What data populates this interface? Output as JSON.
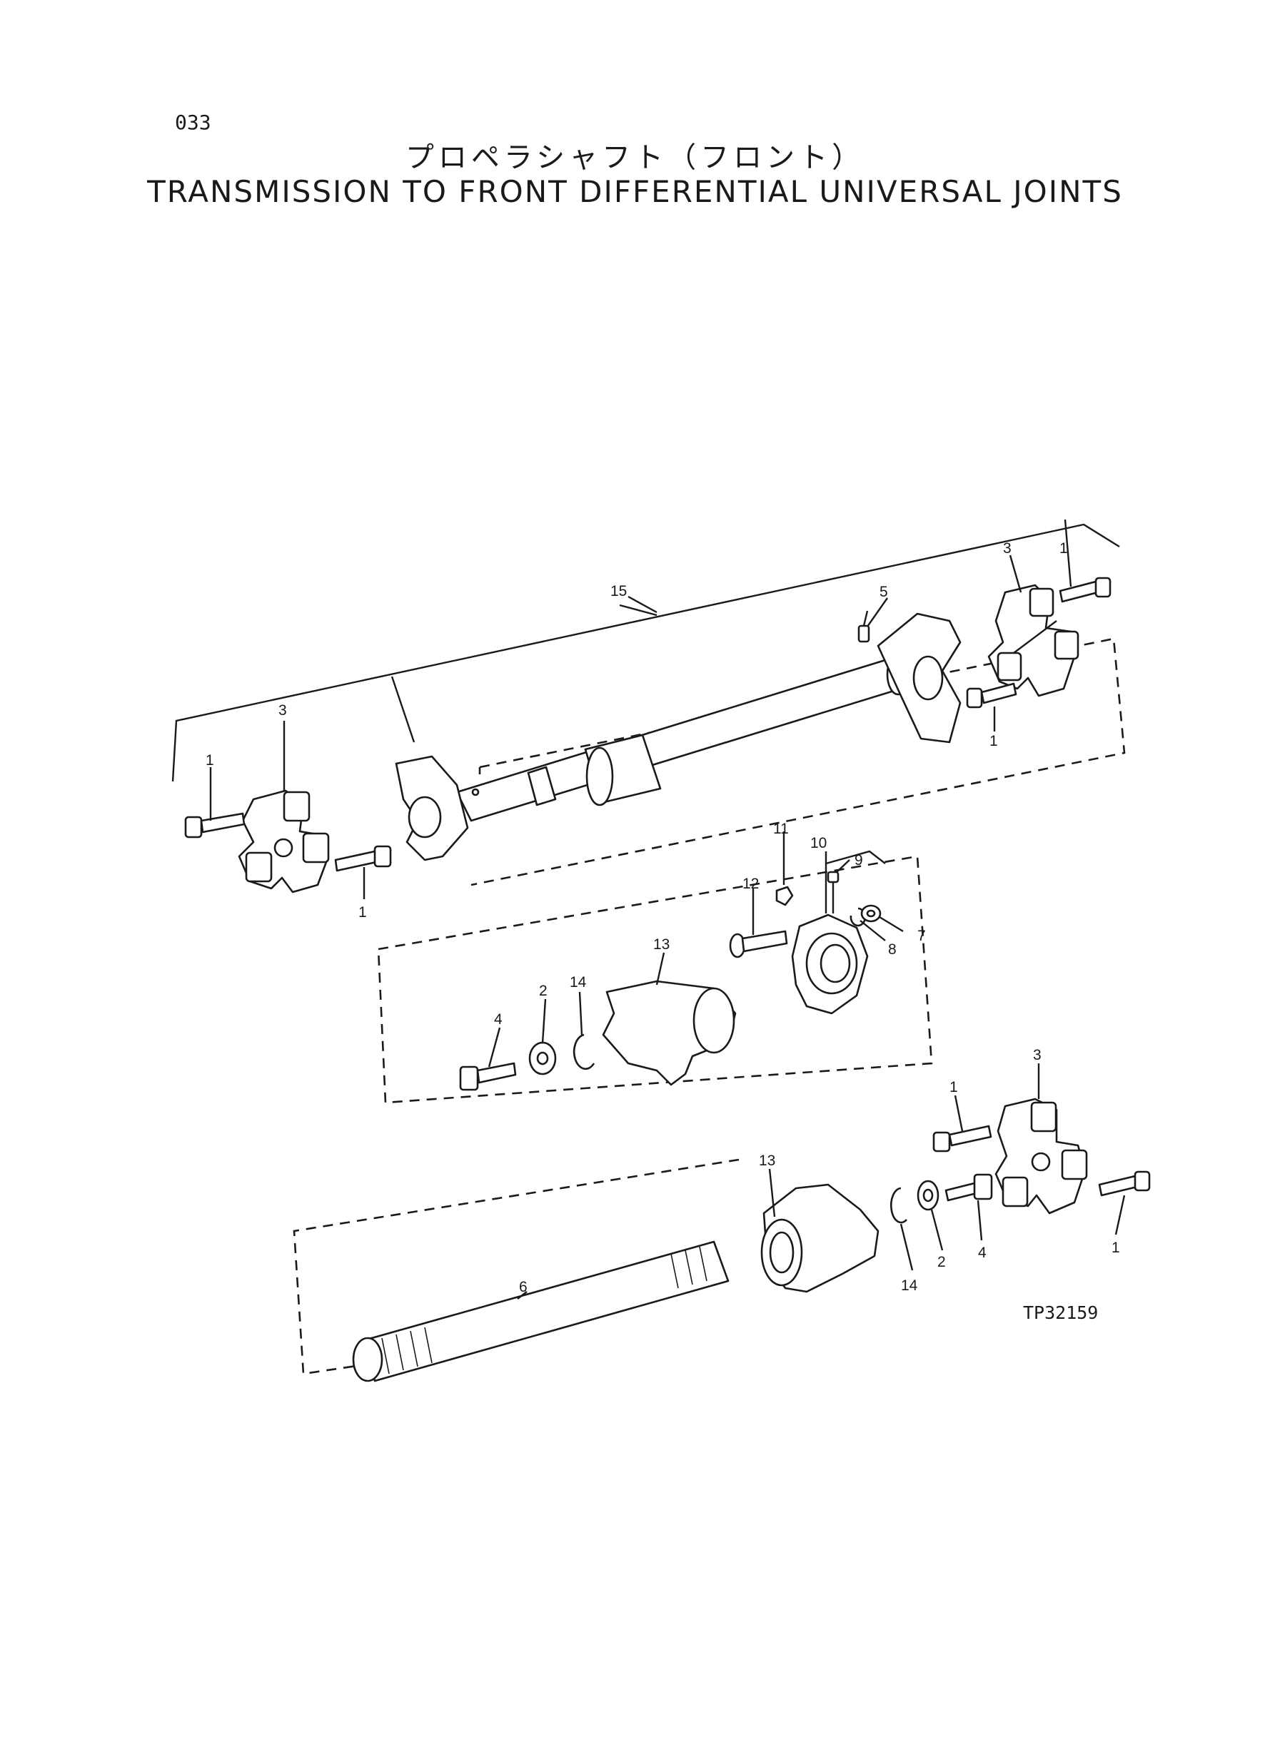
{
  "page_number": "033",
  "title_jp": "プロペラシャフト（フロント）",
  "title_en": "TRANSMISSION TO FRONT DIFFERENTIAL UNIVERSAL JOINTS",
  "figure_code": "TP32159",
  "callouts": {
    "c15": "15",
    "c5": "5",
    "c3_left": "3",
    "c1_left_top": "1",
    "c1_left_bottom": "1",
    "c3_right_top": "3",
    "c1_right_top": "1",
    "c1_right_mid": "1",
    "c11": "11",
    "c10": "10",
    "c9": "9",
    "c12": "12",
    "c7": "7",
    "c8": "8",
    "c13_mid": "13",
    "c4_mid": "4",
    "c2_mid": "2",
    "c14_mid": "14",
    "c1_bottom_top": "1",
    "c3_bottom": "3",
    "c13_bottom": "13",
    "c6": "6",
    "c14_bottom": "14",
    "c2_bottom": "2",
    "c4_bottom": "4",
    "c1_bottom_right": "1"
  }
}
